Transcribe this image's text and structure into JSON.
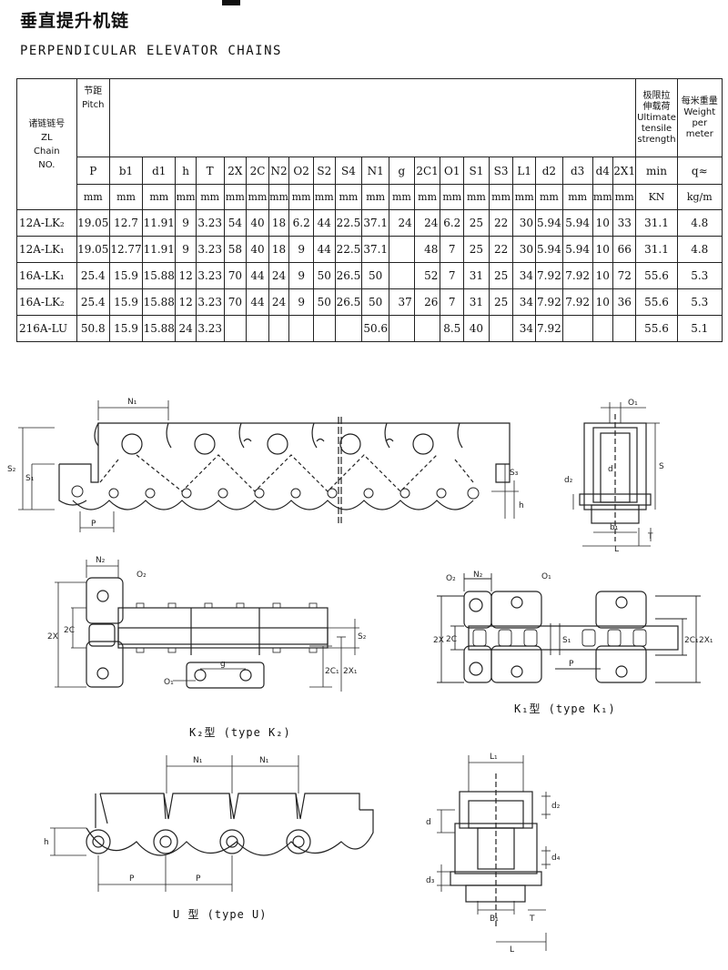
{
  "title_cn": "垂直提升机链",
  "title_en": "PERPENDICULAR ELEVATOR CHAINS",
  "table": {
    "header": {
      "chain_no": [
        "诸链链号",
        "ZL",
        "Chain",
        "NO."
      ],
      "pitch": [
        "节距",
        "Pitch"
      ],
      "ultimate": [
        "极限拉",
        "伸载荷",
        "Ultimate",
        "tensile",
        "strength"
      ],
      "weight": [
        "每米重量",
        "Weight",
        "per",
        "meter"
      ]
    },
    "symbols": [
      "P",
      "b1",
      "d1",
      "h",
      "T",
      "2X",
      "2C",
      "N2",
      "O2",
      "S2",
      "S4",
      "N1",
      "g",
      "2C1",
      "O1",
      "S1",
      "S3",
      "L1",
      "d2",
      "d3",
      "d4",
      "2X1",
      "min",
      "q≈"
    ],
    "units": [
      "mm",
      "mm",
      "mm",
      "mm",
      "mm",
      "mm",
      "mm",
      "mm",
      "mm",
      "mm",
      "mm",
      "mm",
      "mm",
      "mm",
      "mm",
      "mm",
      "mm",
      "mm",
      "mm",
      "mm",
      "mm",
      "mm",
      "KN",
      "kg/m"
    ],
    "rows": [
      {
        "model": "12A-LK₂",
        "values": [
          "19.05",
          "12.7",
          "11.91",
          "9",
          "3.23",
          "54",
          "40",
          "18",
          "6.2",
          "44",
          "22.5",
          "37.1",
          "24",
          "24",
          "6.2",
          "25",
          "22",
          "30",
          "5.94",
          "5.94",
          "10",
          "33",
          "31.1",
          "4.8"
        ]
      },
      {
        "model": "12A-LK₁",
        "values": [
          "19.05",
          "12.77",
          "11.91",
          "9",
          "3.23",
          "58",
          "40",
          "18",
          "9",
          "44",
          "22.5",
          "37.1",
          "",
          "48",
          "7",
          "25",
          "22",
          "30",
          "5.94",
          "5.94",
          "10",
          "66",
          "31.1",
          "4.8"
        ]
      },
      {
        "model": "16A-LK₁",
        "values": [
          "25.4",
          "15.9",
          "15.88",
          "12",
          "3.23",
          "70",
          "44",
          "24",
          "9",
          "50",
          "26.5",
          "50",
          "",
          "52",
          "7",
          "31",
          "25",
          "34",
          "7.92",
          "7.92",
          "10",
          "72",
          "55.6",
          "5.3"
        ]
      },
      {
        "model": "16A-LK₂",
        "values": [
          "25.4",
          "15.9",
          "15.88",
          "12",
          "3.23",
          "70",
          "44",
          "24",
          "9",
          "50",
          "26.5",
          "50",
          "37",
          "26",
          "7",
          "31",
          "25",
          "34",
          "7.92",
          "7.92",
          "10",
          "36",
          "55.6",
          "5.3"
        ]
      },
      {
        "model": "216A-LU",
        "values": [
          "50.8",
          "15.9",
          "15.88",
          "24",
          "3.23",
          "",
          "",
          "",
          "",
          "",
          "",
          "50.6",
          "",
          "",
          "8.5",
          "40",
          "",
          "34",
          "7.92",
          "",
          "",
          "",
          "55.6",
          "5.1"
        ]
      }
    ]
  },
  "drawings": {
    "side_view": {
      "labels": [
        "N₁",
        "S₂",
        "S₁",
        "S₃",
        "h",
        "P"
      ]
    },
    "end_view": {
      "labels": [
        "O₁",
        "d₂",
        "d",
        "S",
        "b₁",
        "T",
        "L"
      ]
    },
    "k2_view": {
      "labels": [
        "N₂",
        "O₂",
        "2X",
        "2C",
        "S₂",
        "2C₁",
        "2X₁",
        "O₁",
        "g"
      ],
      "caption": "K₂型 (type K₂)"
    },
    "k1_view": {
      "labels": [
        "O₂",
        "N₂",
        "O₁",
        "2X",
        "2C",
        "S₁",
        "P",
        "2C₁",
        "2X₁"
      ],
      "caption": "K₁型 (type K₁)"
    },
    "u_view": {
      "labels": [
        "N₁",
        "N₁",
        "h",
        "P",
        "P"
      ],
      "caption": "U 型 (type U)"
    },
    "u_end_view": {
      "labels": [
        "L₁",
        "d₂",
        "d",
        "d₄",
        "d₃",
        "B₁",
        "T",
        "L"
      ]
    }
  }
}
